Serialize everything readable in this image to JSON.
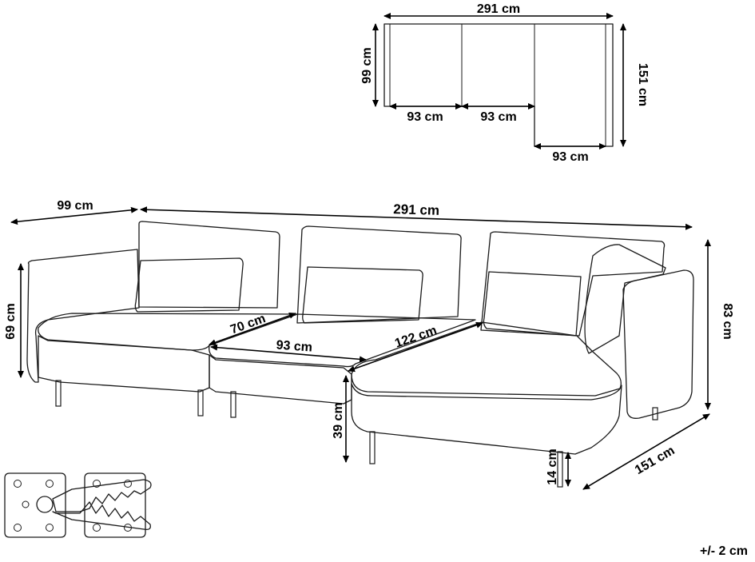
{
  "dimensions": {
    "plan_total_width": "291 cm",
    "plan_depth": "99 cm",
    "plan_chaise_depth": "151 cm",
    "plan_module_1": "93 cm",
    "plan_module_2": "93 cm",
    "plan_module_3": "93 cm",
    "side_depth": "99 cm",
    "total_width": "291 cm",
    "seat_back_height": "69 cm",
    "seat_depth": "70 cm",
    "seat_width": "93 cm",
    "chaise_length": "122 cm",
    "total_height": "83 cm",
    "seat_height": "39 cm",
    "leg_height": "14 cm",
    "chaise_depth": "151 cm"
  },
  "tolerance": "+/- 2 cm"
}
